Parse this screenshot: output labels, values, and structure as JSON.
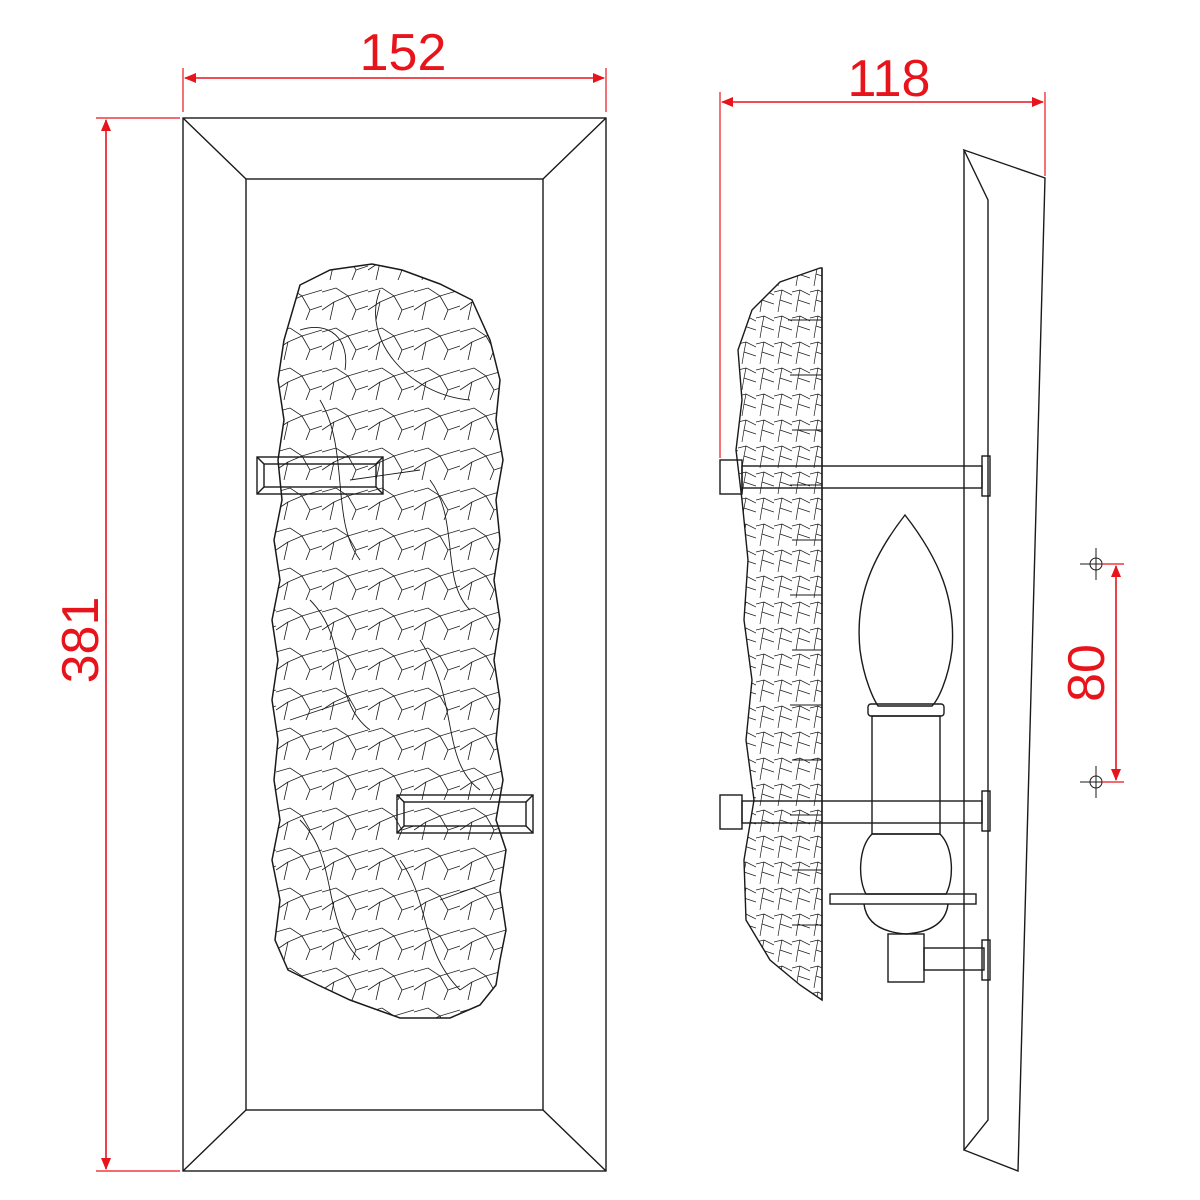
{
  "dimensions": {
    "front_width": "152",
    "front_height": "381",
    "side_depth": "118",
    "bracket_spacing": "80"
  },
  "colors": {
    "dimension": "#e8141c",
    "line": "#1a1a1a",
    "background": "#ffffff"
  }
}
